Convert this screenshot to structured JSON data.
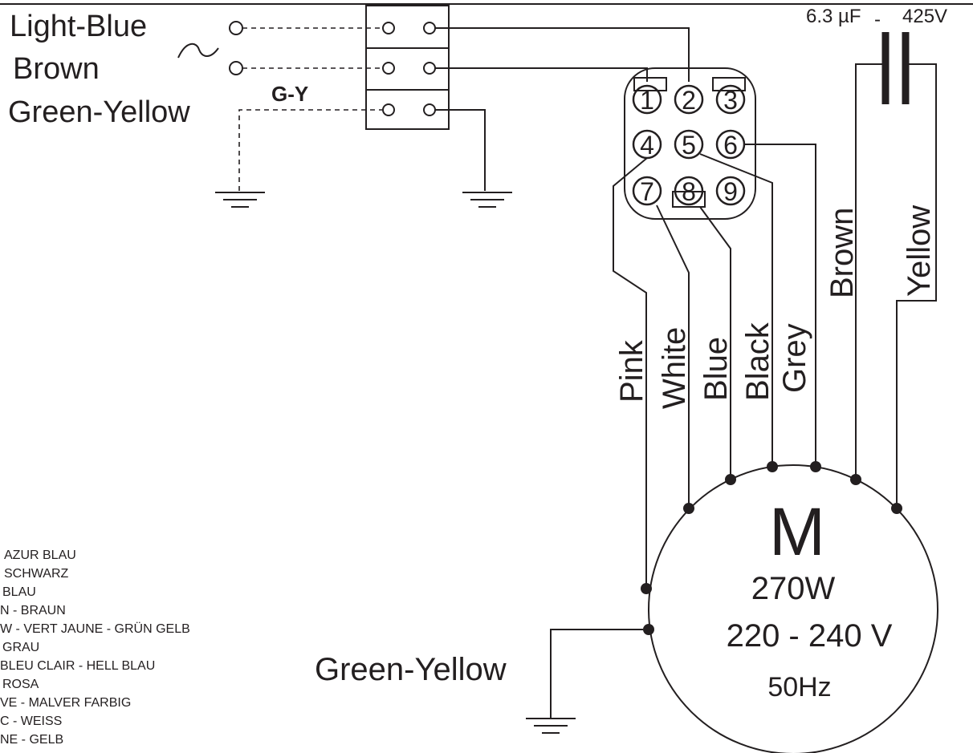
{
  "inputs": {
    "light_blue": "Light-Blue",
    "brown": "Brown",
    "green_yellow": "Green-Yellow",
    "gy_tag": "G-Y"
  },
  "capacitor": {
    "capacitance": "6.3 µF",
    "separator": "-",
    "voltage": "425V"
  },
  "connector_pins": [
    "1",
    "2",
    "3",
    "4",
    "5",
    "6",
    "7",
    "8",
    "9"
  ],
  "wires": {
    "pink": "Pink",
    "white": "White",
    "blue": "Blue",
    "black": "Black",
    "grey": "Grey",
    "brown": "Brown",
    "yellow": "Yellow"
  },
  "motor": {
    "symbol": "M",
    "power": "270W",
    "voltage": "220 - 240 V",
    "frequency": "50Hz"
  },
  "ground_label": "Green-Yellow",
  "legend": [
    "AZUR BLAU",
    "SCHWARZ",
    "BLAU",
    "N - BRAUN",
    "W - VERT JAUNE - GRÜN GELB",
    "GRAU",
    "BLEU CLAIR - HELL BLAU",
    "ROSA",
    "VE - MALVER FARBIG",
    "C - WEISS",
    "NE - GELB"
  ],
  "colors": {
    "line": "#231f20",
    "background": "#ffffff"
  }
}
